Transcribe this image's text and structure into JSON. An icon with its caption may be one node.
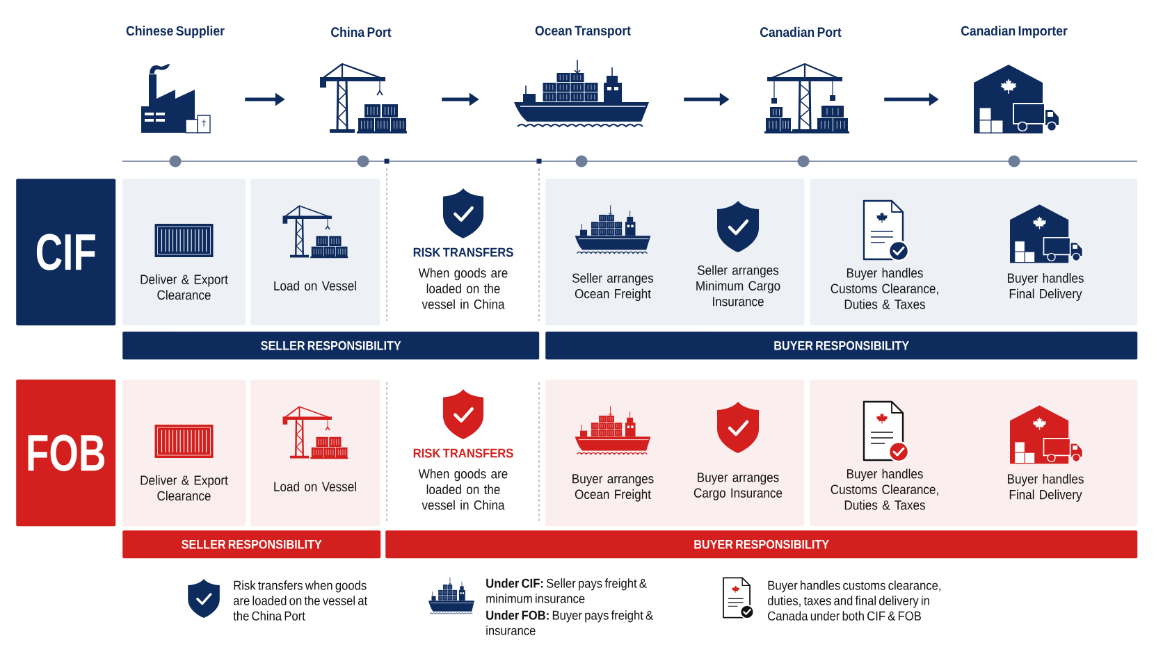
{
  "diagram": {
    "nodes": [
      {
        "text": [
          "Chinese Supplier"
        ]
      },
      {
        "text": [
          "China Port"
        ]
      },
      {
        "text": [
          "Ocean Transport"
        ]
      },
      {
        "text": [
          "Canadian Port"
        ]
      },
      {
        "text": [
          "Canadian Importer"
        ]
      },
      {
        "text": [
          "CIF"
        ]
      },
      {
        "text": [
          "Deliver & Export Clearance"
        ]
      },
      {
        "text": [
          "Load on Vessel"
        ]
      },
      {
        "text": [
          "RISK TRANSFERS",
          "When goods are loaded on the vessel in China"
        ]
      },
      {
        "text": [
          "Seller arranges Ocean Freight",
          "Seller arranges Minimum Cargo Insurance"
        ]
      },
      {
        "text": [
          "Buyer handles Customs Clearance, Duties & Taxes",
          "Buyer handles Final Delivery"
        ]
      },
      {
        "text": [
          "SELLER RESPONSIBILITY"
        ]
      },
      {
        "text": [
          "BUYER RESPONSIBILITY"
        ]
      },
      {
        "text": [
          "FOB"
        ]
      },
      {
        "text": [
          "Deliver & Export Clearance"
        ]
      },
      {
        "text": [
          "Load on Vessel"
        ]
      },
      {
        "text": [
          "RISK TRANSFERS",
          "When goods are loaded on the vessel in China"
        ]
      },
      {
        "text": [
          "Buyer arranges Ocean Freight",
          "Buyer arranges Cargo Insurance"
        ]
      },
      {
        "text": [
          "Buyer handles Customs Clearance, Duties & Taxes",
          "Buyer handles Final Delivery"
        ]
      },
      {
        "text": [
          "SELLER RESPONSIBILITY"
        ]
      },
      {
        "text": [
          "BUYER RESPONSIBILITY"
        ]
      }
    ],
    "edges": [
      {
        "from": 0,
        "to": 1,
        "arrow": "to"
      },
      {
        "from": 1,
        "to": 2,
        "arrow": "to"
      },
      {
        "from": 2,
        "to": 3,
        "arrow": "to"
      },
      {
        "from": 3,
        "to": 4,
        "arrow": "to"
      }
    ],
    "labels": [
      "Risk transfers when goods are loaded on the vessel at the China Port",
      "**Under CIF:** Seller pays freight & minimum insurance",
      "**Under FOB:** Buyer pays freight & insurance",
      "Buyer handles customs clearance, duties, taxes and final delivery in Canada under both CIF & FOB"
    ]
  }
}
